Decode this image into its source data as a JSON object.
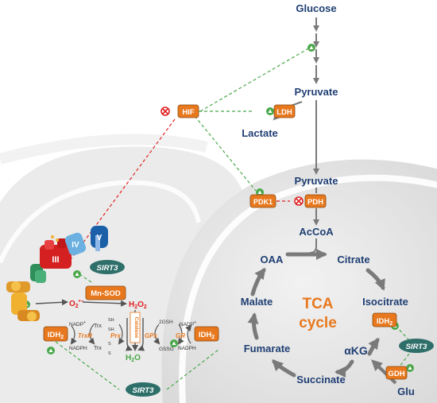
{
  "metabolites": {
    "glucose": "Glucose",
    "pyruvate_cyto": "Pyruvate",
    "lactate": "Lactate",
    "pyruvate_mito": "Pyruvate",
    "accoa": "AcCoA",
    "oaa": "OAA",
    "citrate": "Citrate",
    "isocitrate": "Isocitrate",
    "akg": "αKG",
    "succinate": "Succinate",
    "fumarate": "Fumarate",
    "malate": "Malate",
    "glu": "Glu"
  },
  "tca": {
    "line1": "TCA",
    "line2": "cycle"
  },
  "enzymes": {
    "hif": "HIF",
    "ldh": "LDH",
    "pdk1": "PDK1",
    "pdh": "PDH",
    "idh2_tca": "IDH",
    "idh2_tca_sub": "2",
    "gdh": "GDH",
    "mnsod": "Mn-SOD",
    "idh2_left": "IDH",
    "idh2_left_sub": "2",
    "idh2_right": "IDH",
    "idh2_right_sub": "2"
  },
  "sirt3": {
    "top": "SIRT3",
    "bottom": "SIRT3",
    "tca": "SIRT3"
  },
  "complexes": {
    "c3": "III",
    "c4": "IV",
    "c5": "V"
  },
  "ros": {
    "superoxide": "O",
    "superoxide_sup": "•−",
    "superoxide_sub": "2",
    "h2o2": "H",
    "h2o2_sub1": "2",
    "h2o2_o": "O",
    "h2o2_sub2": "2",
    "h2o": "H",
    "h2o_sub": "2",
    "h2o_o": "O"
  },
  "redox": {
    "nadp_left": "NADP",
    "nadp_left_sup": "+",
    "nadph_left": "NADPH",
    "trxr": "TrxR",
    "trx_top": "Trx",
    "sh_top1": "SH",
    "sh_top2": "SH",
    "trx_bottom": "Trx",
    "s_bottom1": "S",
    "s_bottom2": "S",
    "prx": "Prx",
    "catalase": "Catalase",
    "gpx": "GPx",
    "gsh": "2GSH",
    "gssg": "GSSG",
    "gr": "GR",
    "nadp_right": "NADP",
    "nadp_right_sup": "+",
    "nadph_right": "NADPH"
  },
  "colors": {
    "metabolite": "#1f3f73",
    "enzyme": "#e8781e",
    "sirt3": "#2f6f6a",
    "activation": "#4aa84a",
    "inhibition": "#e02020",
    "arrow": "#7a7a7a"
  }
}
